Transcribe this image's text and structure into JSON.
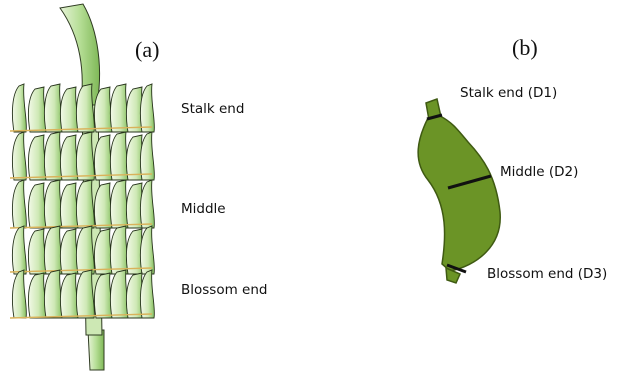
{
  "panel_a": {
    "label": "(a)",
    "annotations": {
      "stalk": "Stalk end",
      "middle": "Middle",
      "blossom": "Blossom end"
    }
  },
  "panel_b": {
    "label": "(b)",
    "annotations": {
      "d1": "Stalk end (D1)",
      "d2": "Middle (D2)",
      "d3": "Blossom end (D3)"
    }
  },
  "colors": {
    "bunch_light": "#eaf6dc",
    "bunch_mid": "#a9d687",
    "bunch_dark": "#6fae4a",
    "finger_fill": "#6b9426",
    "finger_stroke": "#3f5a12",
    "hand_line": "#d9b25a"
  }
}
